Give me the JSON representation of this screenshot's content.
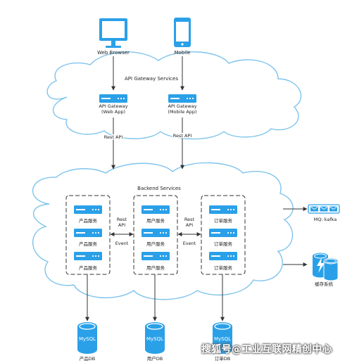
{
  "colors": {
    "accent": "#2aa0e8",
    "cloud": "#7fc4ec",
    "line": "#333333",
    "text": "#222222"
  },
  "clients": {
    "web": "Web Browser",
    "mobile": "Mobile"
  },
  "gateway": {
    "title": "API Gateway Services",
    "web": [
      "API Gateway",
      "(Web App)"
    ],
    "mobile": [
      "API Gateway",
      "(Mobile App)"
    ],
    "rest_left": "Rest API",
    "rest_right": "Rest API"
  },
  "backend": {
    "title": "Backend Services",
    "product_services": [
      "产品服务",
      "产品服务",
      "产品服务"
    ],
    "user_services": [
      "用户服务",
      "用户服务",
      "用户服务"
    ],
    "order_services": [
      "订单服务",
      "订单服务",
      "订单服务"
    ],
    "link1": {
      "rest": [
        "Rest",
        "API"
      ],
      "event": "Event"
    },
    "link2": {
      "rest": [
        "Rest",
        "API"
      ],
      "event": "Event"
    }
  },
  "external": {
    "mq": "MQ: kafka",
    "cache": "缓存系统"
  },
  "databases": [
    {
      "engine": "MySQL",
      "name": "产品DB"
    },
    {
      "engine": "MySQL",
      "name": "用户DB"
    },
    {
      "engine": "MySQL",
      "name": "订单DB"
    }
  ],
  "watermark": "搜狐号@工业互联网精创中心"
}
